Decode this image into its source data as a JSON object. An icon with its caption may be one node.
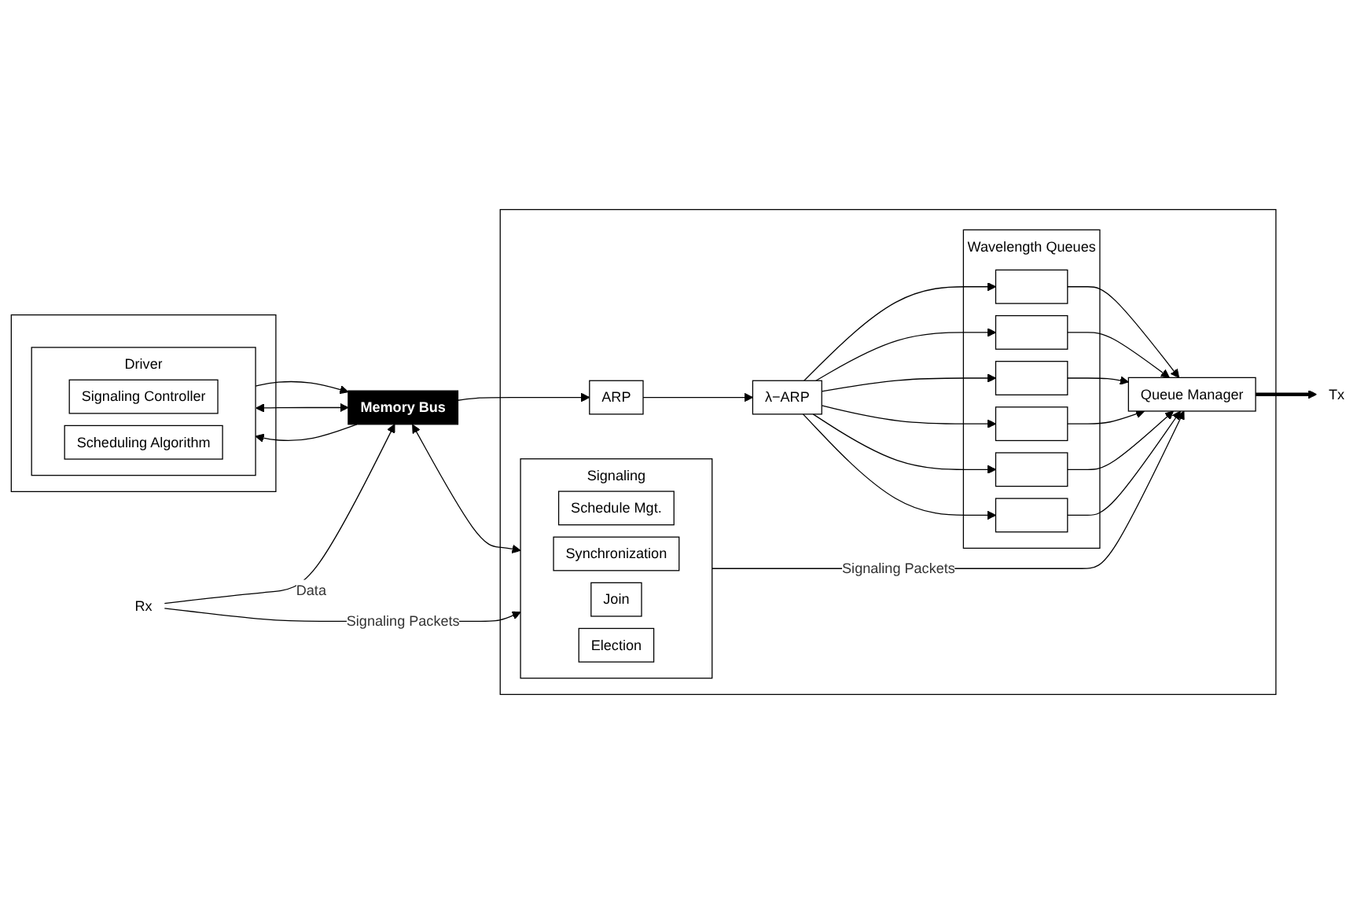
{
  "diagram": {
    "nodes": [
      {
        "text": [],
        "shape": "box"
      },
      {
        "text": [
          "Driver"
        ],
        "in": 0
      },
      {
        "text": [
          "Signaling Controller"
        ],
        "in": 1
      },
      {
        "text": [
          "Scheduling Algorithm"
        ],
        "in": 1
      },
      {
        "text": [
          "Memory Bus"
        ]
      },
      {
        "text": [],
        "shape": "box"
      },
      {
        "text": [
          "ARP"
        ],
        "in": 5
      },
      {
        "text": [
          "λ−ARP"
        ],
        "in": 5
      },
      {
        "text": [
          "Wavelength Queues"
        ],
        "in": 5
      },
      {
        "text": [],
        "shape": "bar",
        "in": 8
      },
      {
        "text": [],
        "shape": "bar",
        "in": 8
      },
      {
        "text": [],
        "shape": "bar",
        "in": 8
      },
      {
        "text": [],
        "shape": "bar",
        "in": 8
      },
      {
        "text": [],
        "shape": "bar",
        "in": 8
      },
      {
        "text": [],
        "shape": "bar",
        "in": 8
      },
      {
        "text": [
          "Queue Manager"
        ],
        "in": 5
      },
      {
        "text": [
          "Signaling"
        ],
        "in": 5
      },
      {
        "text": [
          "Schedule Mgt."
        ],
        "in": 16
      },
      {
        "text": [
          "Synchronization"
        ],
        "in": 16
      },
      {
        "text": [
          "Join"
        ],
        "in": 16
      },
      {
        "text": [
          "Election"
        ],
        "in": 16
      },
      {
        "text": [
          "Tx"
        ]
      },
      {
        "text": [
          "Rx"
        ]
      }
    ],
    "edges": [
      {
        "from": 1,
        "to": 4,
        "arrow": "to"
      },
      {
        "from": 4,
        "to": 6,
        "arrow": "to"
      },
      {
        "from": 6,
        "to": 7,
        "arrow": "to"
      },
      {
        "from": 7,
        "to": 9,
        "arrow": "to"
      },
      {
        "from": 7,
        "to": 10,
        "arrow": "to"
      },
      {
        "from": 7,
        "to": 11,
        "arrow": "to"
      },
      {
        "from": 7,
        "to": 12,
        "arrow": "to"
      },
      {
        "from": 7,
        "to": 13,
        "arrow": "to"
      },
      {
        "from": 7,
        "to": 14,
        "arrow": "to"
      },
      {
        "from": 9,
        "to": 15,
        "arrow": "to"
      },
      {
        "from": 10,
        "to": 15,
        "arrow": "to"
      },
      {
        "from": 11,
        "to": 15,
        "arrow": "to"
      },
      {
        "from": 12,
        "to": 15,
        "arrow": "to"
      },
      {
        "from": 13,
        "to": 15,
        "arrow": "to"
      },
      {
        "from": 14,
        "to": 15,
        "arrow": "to"
      },
      {
        "from": 15,
        "to": 21,
        "arrow": "to",
        "style": "thick"
      },
      {
        "from": 1,
        "to": 4,
        "arrow": "both"
      },
      {
        "from": 4,
        "to": 16,
        "arrow": "both"
      },
      {
        "from": 16,
        "to": 15,
        "arrow": "to",
        "label": "Signaling Packets"
      },
      {
        "from": 22,
        "to": 16,
        "arrow": "to",
        "label": "Signaling Packets"
      },
      {
        "from": 22,
        "to": 4,
        "arrow": "to",
        "label": "Data"
      },
      {
        "from": 4,
        "to": 1,
        "arrow": "to"
      }
    ]
  }
}
